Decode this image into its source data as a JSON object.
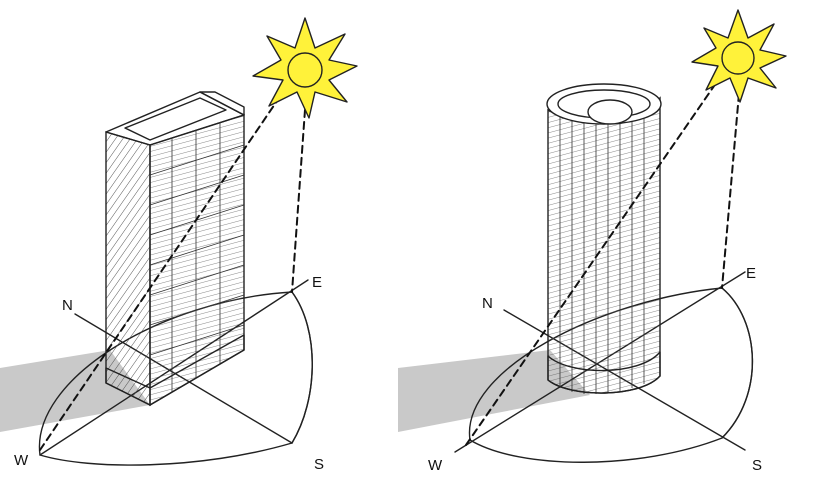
{
  "colors": {
    "sun": "#FFF23A",
    "shadow": "#C9C9C9",
    "ink": "#222222",
    "paper": "#FFFFFF"
  },
  "icons": [
    "sun-icon",
    "compass-rose"
  ],
  "sketches": [
    {
      "building": "rectangular-tower",
      "labels": {
        "n": "N",
        "e": "E",
        "s": "S",
        "w": "W"
      }
    },
    {
      "building": "cylindrical-tower",
      "labels": {
        "n": "N",
        "e": "E",
        "s": "S",
        "w": "W"
      }
    }
  ]
}
